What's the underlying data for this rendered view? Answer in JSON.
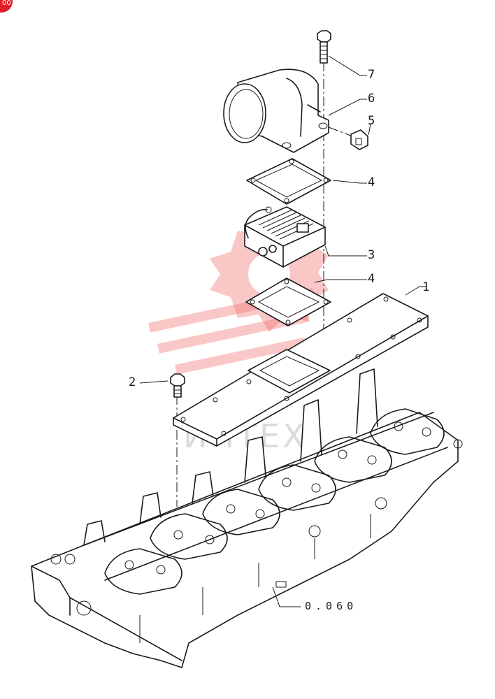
{
  "badge": {
    "text": "00",
    "color": "#e0202a"
  },
  "watermark": {
    "text": "ИНТЕХ",
    "color": "#f26d6d"
  },
  "callouts": [
    {
      "id": "7",
      "text": "7"
    },
    {
      "id": "6",
      "text": "6"
    },
    {
      "id": "5",
      "text": "5"
    },
    {
      "id": "4a",
      "text": "4"
    },
    {
      "id": "3",
      "text": "3"
    },
    {
      "id": "4b",
      "text": "4"
    },
    {
      "id": "1",
      "text": "1"
    },
    {
      "id": "2",
      "text": "2"
    }
  ],
  "reference": {
    "text": "0.060"
  }
}
